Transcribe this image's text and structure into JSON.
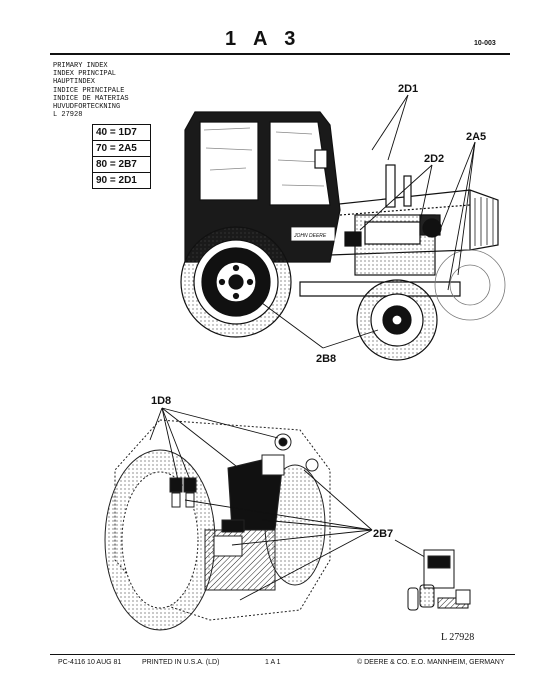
{
  "header": {
    "title": "1 A 3",
    "code": "10-003"
  },
  "primary_index": {
    "lines": [
      "PRIMARY INDEX",
      "INDEX PRINCIPAL",
      "HAUPTINDEX",
      "INDICE PRINCIPALE",
      "INDICE DE MATERIAS",
      "HUVUDFORTECKNING"
    ],
    "ref": "L 27928"
  },
  "index_table": [
    "40 = 1D7",
    "70 = 2A5",
    "80 = 2B7",
    "90 = 2D1"
  ],
  "callouts": {
    "top_2d1": "2D1",
    "top_2a5": "2A5",
    "top_2d2": "2D2",
    "top_2b8": "2B8",
    "cab_badge": "JOHN DEERE",
    "bottom_1d8": "1D8",
    "bottom_2b7": "2B7"
  },
  "illustration_ref": "L 27928",
  "footer": {
    "pub": "PC-4116 10 AUG 81",
    "printed": "PRINTED IN U.S.A. (LD)",
    "page": "1 A 1",
    "copyright": "© DEERE & CO. E.O. MANNHEIM, GERMANY"
  }
}
